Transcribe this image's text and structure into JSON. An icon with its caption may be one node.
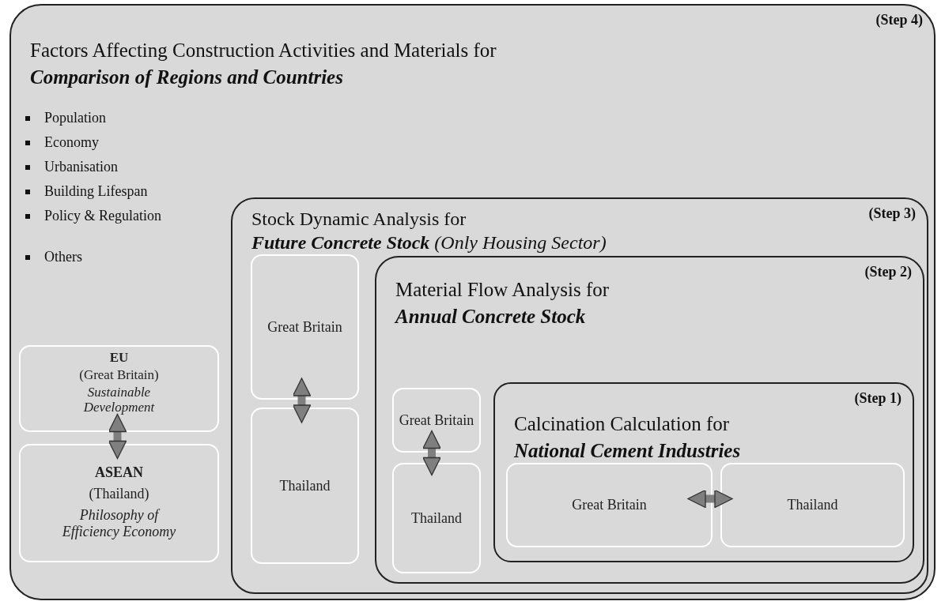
{
  "diagram": {
    "nodes": [
      {
        "text": [
          "(Step 4)",
          "Factors Affecting Construction Activities and Materials for **Comparison of Regions and Countries**",
          "Population",
          "Economy",
          "Urbanisation",
          "Building Lifespan",
          "Policy & Regulation",
          "Others"
        ]
      },
      {
        "text": [
          "EU",
          "(Great Britain)",
          "Sustainable Development"
        ],
        "in": 0
      },
      {
        "text": [
          "ASEAN",
          "(Thailand)",
          "Philosophy of Efficiency Economy"
        ],
        "in": 0
      },
      {
        "text": [
          "Stock Dynamic Analysis for **Future Concrete Stock** *(Only Housing Sector)*",
          "(Step 3)"
        ],
        "in": 0
      },
      {
        "text": [
          "Great Britain"
        ],
        "in": 3
      },
      {
        "text": [
          "Thailand"
        ],
        "in": 3
      },
      {
        "text": [
          "(Step 2)",
          "Material Flow Analysis for **Annual Concrete Stock**"
        ],
        "in": 3
      },
      {
        "text": [
          "Great Britain"
        ],
        "in": 6
      },
      {
        "text": [
          "Thailand"
        ],
        "in": 6
      },
      {
        "text": [
          "(Step 1)",
          "Calcination Calculation for **National Cement Industries**"
        ],
        "in": 6
      },
      {
        "text": [
          "Great Britain"
        ],
        "in": 9
      },
      {
        "text": [
          "Thailand"
        ],
        "in": 9
      }
    ],
    "edges": [
      {
        "from": 1,
        "to": 2,
        "arrow": "both"
      },
      {
        "from": 4,
        "to": 5,
        "arrow": "both"
      },
      {
        "from": 7,
        "to": 8,
        "arrow": "both"
      },
      {
        "from": 10,
        "to": 11,
        "arrow": "both"
      }
    ]
  }
}
